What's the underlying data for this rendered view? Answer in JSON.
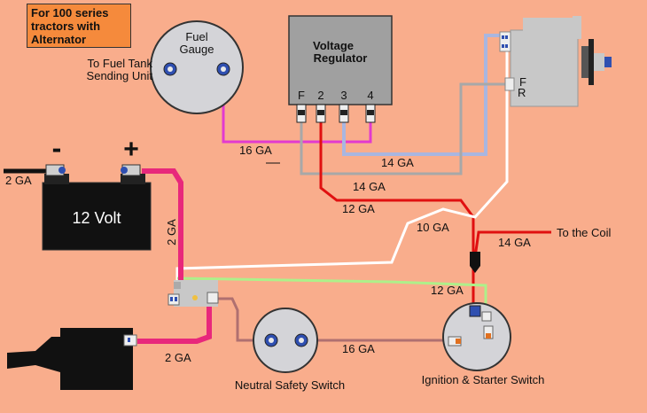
{
  "note": "For 100 series\ntractors with\nAlternator",
  "fuel_gauge": {
    "title_line1": "Fuel",
    "title_line2": "Gauge"
  },
  "fuel_tank": {
    "line1": "To Fuel Tank",
    "line2": "Sending Unit"
  },
  "regulator": {
    "title_line1": "Voltage",
    "title_line2": "Regulator",
    "terminals": [
      "F",
      "2",
      "3",
      "4"
    ]
  },
  "alternator": {
    "terminal_f": "F",
    "terminal_r": "R"
  },
  "battery": {
    "label": "12 Volt",
    "neg": "-",
    "pos": "+"
  },
  "wire_labels": {
    "neg_cable": "2 GA",
    "pos_cable": "2 GA",
    "starter_cable": "2 GA",
    "gauge_wire": "16 GA",
    "reg3_wire": "14 GA",
    "reg2_wire": "14 GA",
    "ign_red": "12 GA",
    "white_wire": "10 GA",
    "coil_wire": "14 GA",
    "green_wire": "12 GA",
    "nss_wire": "16 GA"
  },
  "coil": "To the Coil",
  "switches": {
    "neutral_safety": "Neutral Safety Switch",
    "ignition": "Ignition & Starter Switch"
  },
  "colors": {
    "background": "#f9ad8c",
    "note_box": "#f58a3c",
    "wire_pink": "#e8287b",
    "wire_magenta": "#e23ad0",
    "wire_red": "#e01010",
    "wire_white": "#ffffff",
    "wire_blue_gray": "#a9b6e0",
    "wire_gray": "#a8a8a8",
    "wire_green": "#aef08a",
    "wire_mauve": "#b07070"
  }
}
